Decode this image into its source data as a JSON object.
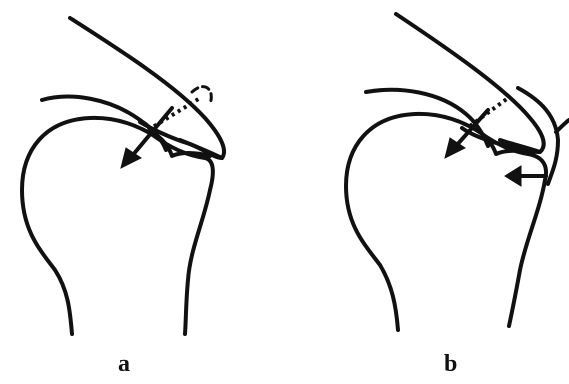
{
  "panels": [
    {
      "id": "a",
      "label": "a"
    },
    {
      "id": "b",
      "label": "b"
    }
  ],
  "colors": {
    "line": "#111111",
    "background": "#ffffff"
  }
}
